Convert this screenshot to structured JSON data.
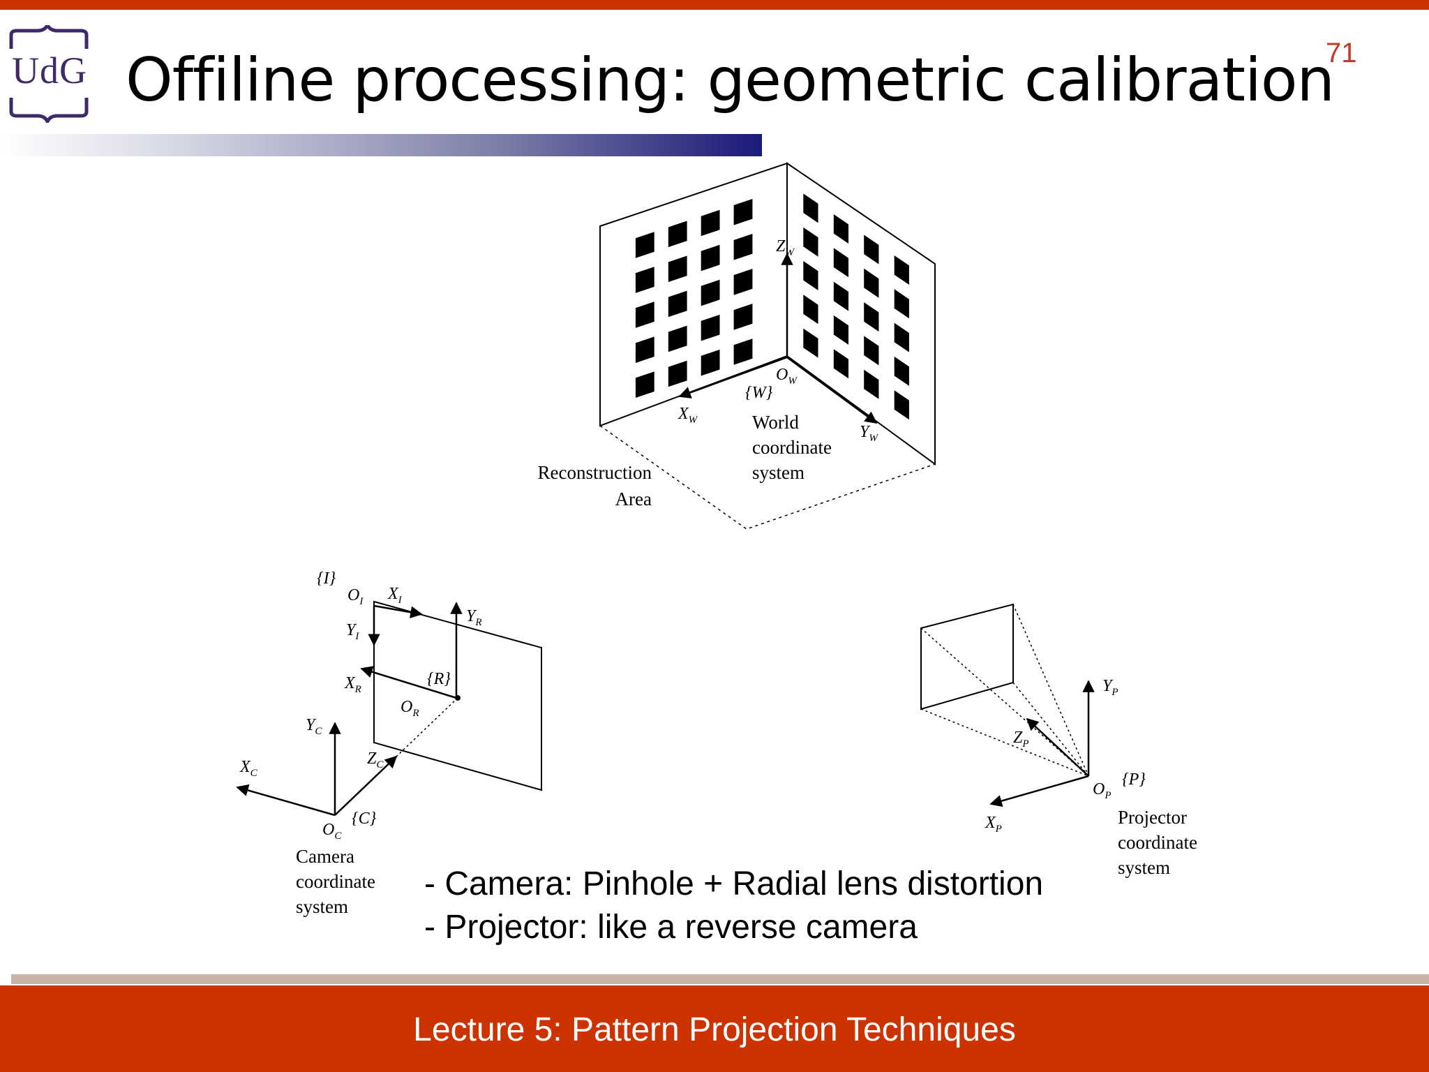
{
  "slide": {
    "title": "Offiline processing: geometric calibration",
    "number": "71",
    "logo_text": "UdG",
    "footer": "Lecture 5: Pattern Projection Techniques"
  },
  "figure": {
    "labels": {
      "reconstruction": [
        "Reconstruction",
        "Area"
      ],
      "world": [
        "World",
        "coordinate",
        "system"
      ],
      "camera": [
        "Camera",
        "coordinate",
        "system"
      ],
      "projector": [
        "Projector",
        "coordinate",
        "system"
      ]
    },
    "symbols": {
      "zw": "Z",
      "zw_sub": "W",
      "ow": "O",
      "ow_sub": "W",
      "xw": "X",
      "xw_sub": "W",
      "yw": "Y",
      "yw_sub": "W",
      "w_frame": "{W}",
      "i_frame": "{I}",
      "oi": "O",
      "oi_sub": "I",
      "xi": "X",
      "xi_sub": "I",
      "yi": "Y",
      "yi_sub": "I",
      "yr": "Y",
      "yr_sub": "R",
      "xr": "X",
      "xr_sub": "R",
      "r_frame": "{R}",
      "or": "O",
      "or_sub": "R",
      "yc": "Y",
      "yc_sub": "C",
      "xc": "X",
      "xc_sub": "C",
      "zc": "Z",
      "zc_sub": "C",
      "oc": "O",
      "oc_sub": "C",
      "c_frame": "{C}",
      "yp": "Y",
      "yp_sub": "P",
      "zp": "Z",
      "zp_sub": "P",
      "op": "O",
      "op_sub": "P",
      "xp": "X",
      "xp_sub": "P",
      "p_frame": "{P}"
    }
  },
  "bullets": [
    "- Camera: Pinhole + Radial lens distortion",
    "- Projector: like a reverse camera"
  ]
}
